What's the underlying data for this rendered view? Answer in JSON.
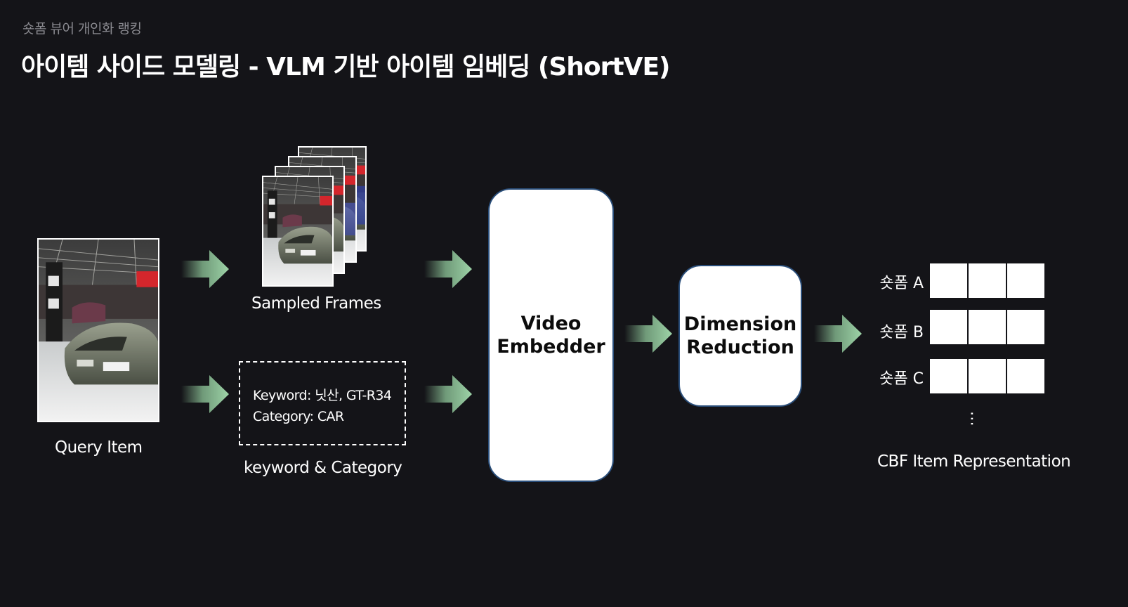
{
  "header": {
    "breadcrumb": "숏폼 뷰어 개인화 랭킹",
    "title": "아이템 사이드 모델링  - VLM 기반 아이템 임베딩 (ShortVE)"
  },
  "diagram": {
    "query_item_label": "Query Item",
    "sampled_frames_label": "Sampled Frames",
    "keyword_line": "Keyword: 닛산, GT-R34",
    "category_line": "Category: CAR",
    "keyword_category_label": "keyword & Category",
    "video_embedder_line1": "Video",
    "video_embedder_line2": "Embedder",
    "dimension_reduction_line1": "Dimension",
    "dimension_reduction_line2": "Reduction",
    "vectors": [
      {
        "label": "숏폼 A"
      },
      {
        "label": "숏폼 B"
      },
      {
        "label": "숏폼 C"
      }
    ],
    "ellipsis": "⋯",
    "output_label": "CBF Item Representation"
  },
  "colors": {
    "background": "#141418",
    "arrow": "#8fc79a",
    "block_border": "#2a4e7a"
  },
  "icons": {
    "arrow": "arrow-right-icon"
  }
}
